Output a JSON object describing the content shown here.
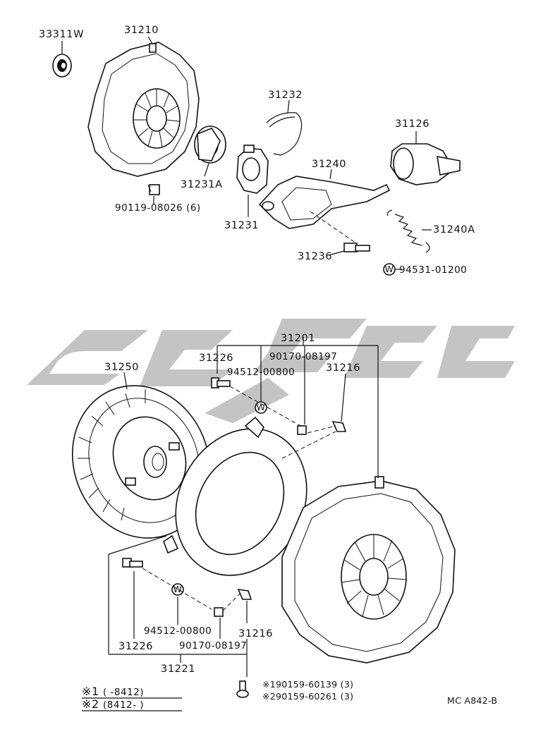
{
  "watermark": {
    "color": "#c4c4c4"
  },
  "labels": {
    "p33311w": "33311W",
    "p31210": "31210",
    "p31232": "31232",
    "p31126": "31126",
    "p31240": "31240",
    "p31231a": "31231A",
    "p90119": "90119-08026 (6)",
    "p31231": "31231",
    "p31240a": "31240A",
    "p31236": "31236",
    "washer_w": "W",
    "p94531": "94531-01200",
    "p31201": "31201",
    "p31226_top": "31226",
    "p90170_top": "90170-08197",
    "p94512_top": "94512-00800",
    "p31216_top": "31216",
    "p31250": "31250",
    "p94512_bot": "94512-00800",
    "p31216_bot": "31216",
    "p31226_bot": "31226",
    "p90170_bot": "90170-08197",
    "p31221": "31221",
    "note1": "※190159-60139 (3)",
    "note2": "※290159-60261 (3)",
    "legend1_mark": "※1",
    "legend1_range": "(     -8412)",
    "legend2_mark": "※2",
    "legend2_range": "(8412-        )",
    "code": "MC A842-B"
  }
}
